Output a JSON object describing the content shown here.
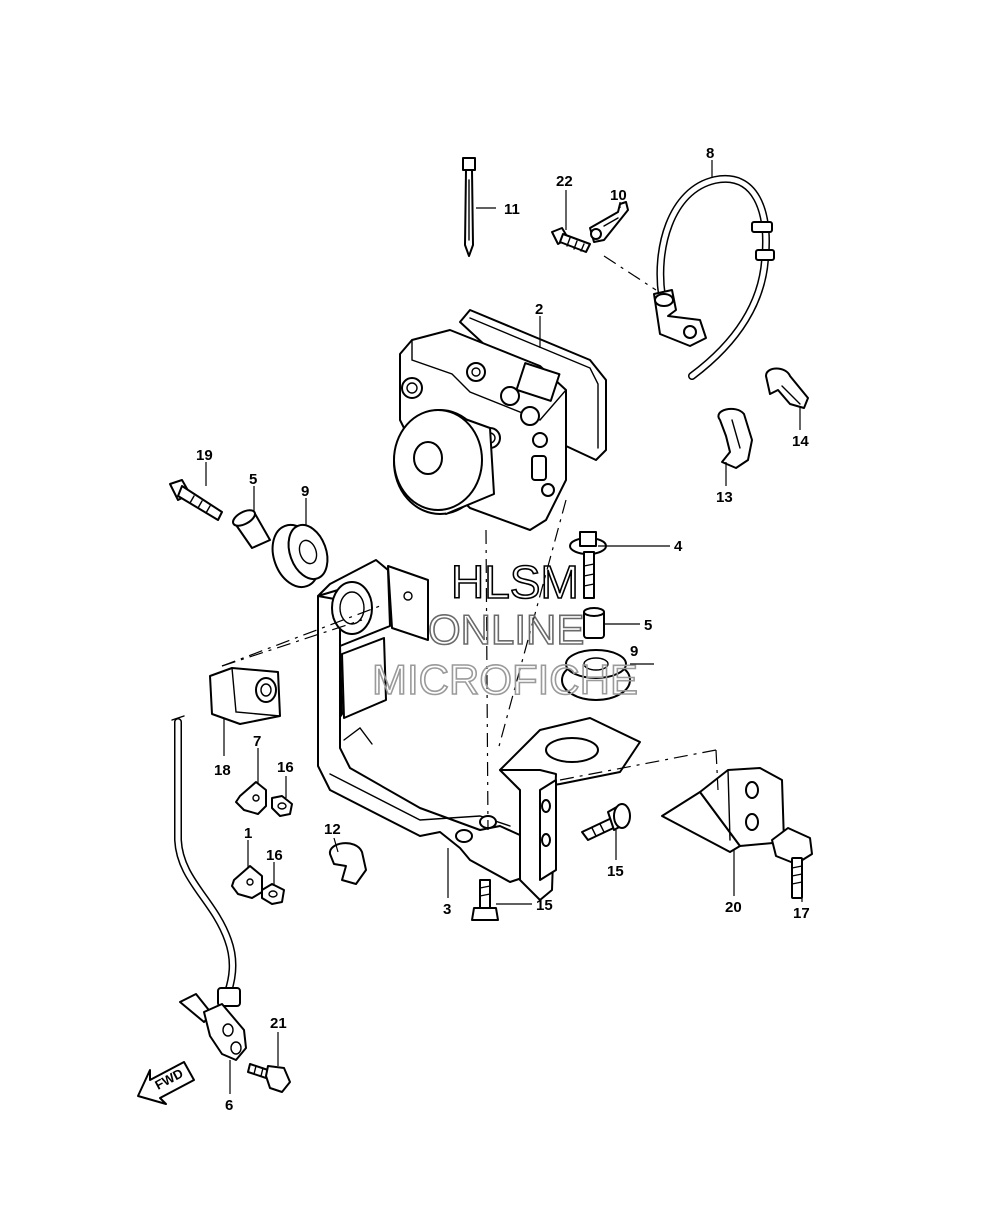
{
  "watermark": {
    "line1": "HLSM",
    "line2": "ONLINE",
    "line3": "MICROFICHE",
    "color": "#8a8a8a"
  },
  "direction_arrow": {
    "label": "FWD"
  },
  "callouts": {
    "c1": "1",
    "c2": "2",
    "c3": "3",
    "c4": "4",
    "c5a": "5",
    "c5b": "5",
    "c6": "6",
    "c7": "7",
    "c8": "8",
    "c9a": "9",
    "c9b": "9",
    "c10": "10",
    "c11": "11",
    "c12": "12",
    "c13": "13",
    "c14": "14",
    "c15a": "15",
    "c15b": "15",
    "c16a": "16",
    "c16b": "16",
    "c17": "17",
    "c18": "18",
    "c19": "19",
    "c20": "20",
    "c21": "21",
    "c22": "22"
  }
}
